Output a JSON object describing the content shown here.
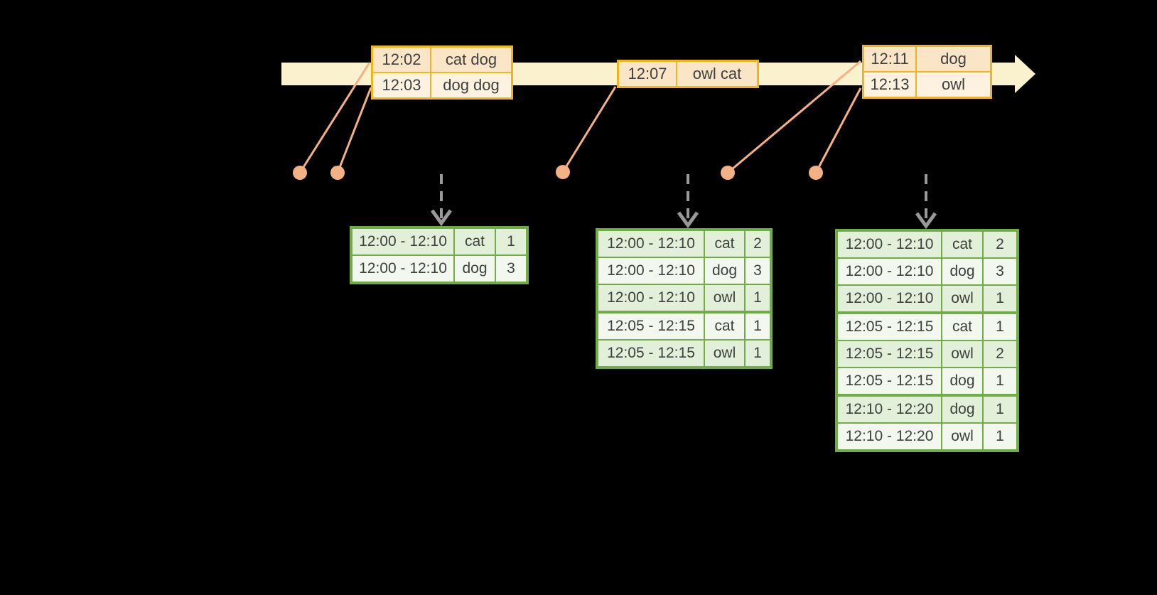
{
  "colors": {
    "background": "#000000",
    "timeline_fill": "#faf1ce",
    "event_table_border": "#f0b41e",
    "event_row_peach": "#fae5c7",
    "event_row_cream": "#fdf2df",
    "result_table_border": "#70ad47",
    "result_row_green": "#e2efd9",
    "result_row_pale": "#f3f8ee",
    "connector_orange": "#f4b183",
    "trigger_arrow_gray": "#999999",
    "text": "#3f3f3f"
  },
  "event_tables": [
    {
      "rows": [
        {
          "time": "12:02",
          "words": "cat dog"
        },
        {
          "time": "12:03",
          "words": "dog dog"
        }
      ]
    },
    {
      "rows": [
        {
          "time": "12:07",
          "words": "owl cat"
        }
      ]
    },
    {
      "rows": [
        {
          "time": "12:11",
          "words": "dog"
        },
        {
          "time": "12:13",
          "words": "owl"
        }
      ]
    }
  ],
  "result_tables": [
    {
      "rows": [
        {
          "window": "12:00 - 12:10",
          "word": "cat",
          "count": "1"
        },
        {
          "window": "12:00 - 12:10",
          "word": "dog",
          "count": "3"
        }
      ]
    },
    {
      "rows": [
        {
          "window": "12:00 - 12:10",
          "word": "cat",
          "count": "2"
        },
        {
          "window": "12:00 - 12:10",
          "word": "dog",
          "count": "3"
        },
        {
          "window": "12:00 - 12:10",
          "word": "owl",
          "count": "1"
        },
        {
          "window": "12:05 - 12:15",
          "word": "cat",
          "count": "1"
        },
        {
          "window": "12:05 - 12:15",
          "word": "owl",
          "count": "1"
        }
      ]
    },
    {
      "rows": [
        {
          "window": "12:00 - 12:10",
          "word": "cat",
          "count": "2"
        },
        {
          "window": "12:00 - 12:10",
          "word": "dog",
          "count": "3"
        },
        {
          "window": "12:00 - 12:10",
          "word": "owl",
          "count": "1"
        },
        {
          "window": "12:05 - 12:15",
          "word": "cat",
          "count": "1"
        },
        {
          "window": "12:05 - 12:15",
          "word": "owl",
          "count": "2"
        },
        {
          "window": "12:05 - 12:15",
          "word": "dog",
          "count": "1"
        },
        {
          "window": "12:10 - 12:20",
          "word": "dog",
          "count": "1"
        },
        {
          "window": "12:10 - 12:20",
          "word": "owl",
          "count": "1"
        }
      ]
    }
  ]
}
